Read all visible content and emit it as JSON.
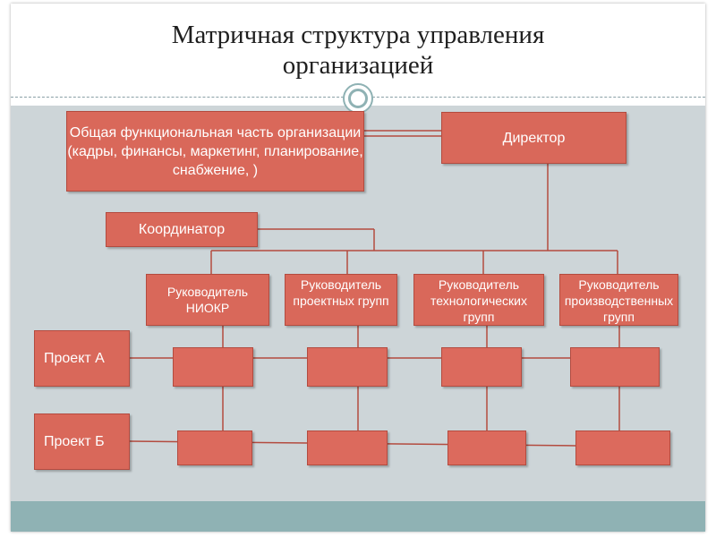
{
  "title": {
    "line1": "Матричная структура управления",
    "line2": "организацией"
  },
  "diagram": {
    "functional": "Общая функциональная часть организации (кадры, финансы, маркетинг, планирование, снабжение, )",
    "director": "Директор",
    "coordinator": "Координатор",
    "managers": {
      "niokr": "Руководитель НИОКР",
      "project_groups": "Руководитель проектных групп",
      "tech_groups": "Руководитель технологических групп",
      "production_groups": "Руководитель производственных групп"
    },
    "projects": {
      "a": "Проект А",
      "b": "Проект Б"
    }
  },
  "colors": {
    "box_fill": "#d9685a",
    "line": "#b34b3f",
    "panel": "#cdd5d8",
    "footer": "#8fb2b4"
  }
}
